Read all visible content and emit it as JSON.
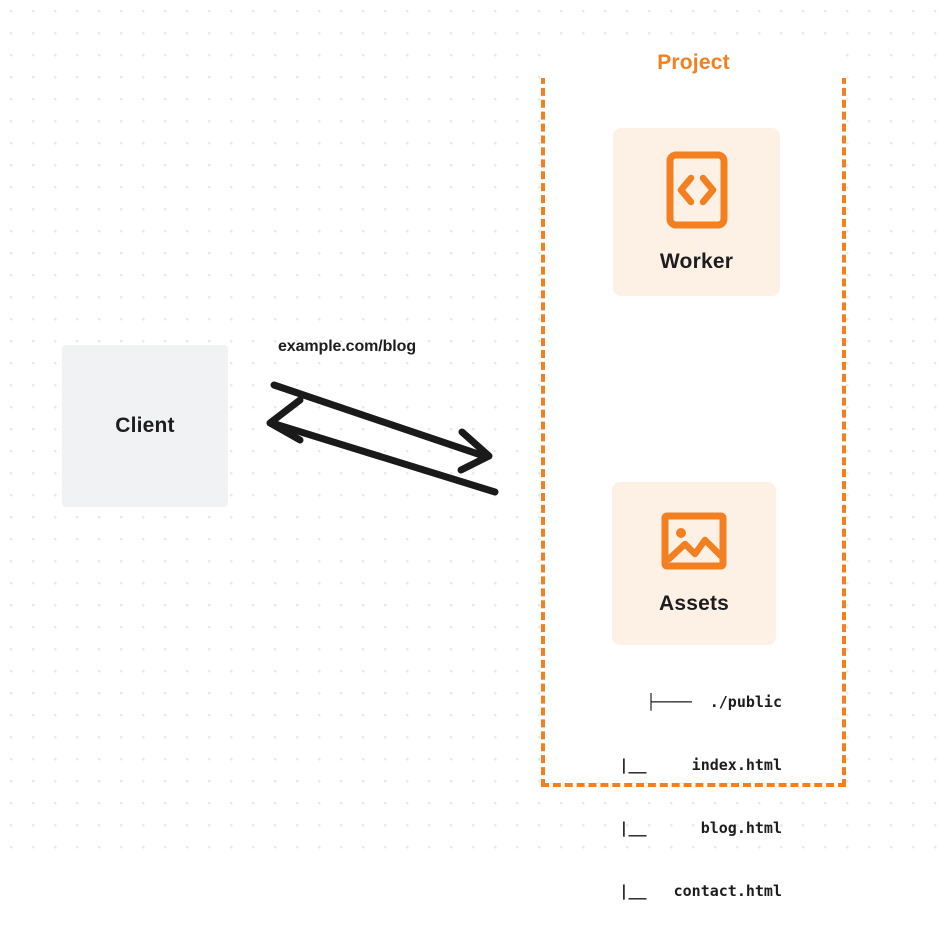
{
  "diagram": {
    "title_hidden": "Cloudflare Worker with static assets request flow",
    "colors": {
      "accent_orange": "#F38020",
      "card_peach": "#FDF1E6",
      "client_gray": "#F1F2F4",
      "text_dark": "#1D1D1F",
      "arrow_black": "#1A1A1A",
      "grid_dot": "#E8E8E8",
      "page_background": "#FFFFFF"
    }
  },
  "project": {
    "label": "Project",
    "border_style": "dashed",
    "nodes": [
      {
        "id": "worker",
        "label": "Worker",
        "icon": "code-brackets-icon"
      },
      {
        "id": "assets",
        "label": "Assets",
        "icon": "image-icon"
      }
    ]
  },
  "file_tree": {
    "lines": [
      "├────  ./public",
      "  |__     index.html",
      "  |__      blog.html",
      "  |__   contact.html"
    ],
    "root": "./public",
    "files": [
      "index.html",
      "blog.html",
      "contact.html"
    ]
  },
  "client": {
    "label": "Client"
  },
  "connection": {
    "label": "example.com/blog",
    "request_direction": "client-to-project",
    "response_direction": "project-to-client"
  }
}
